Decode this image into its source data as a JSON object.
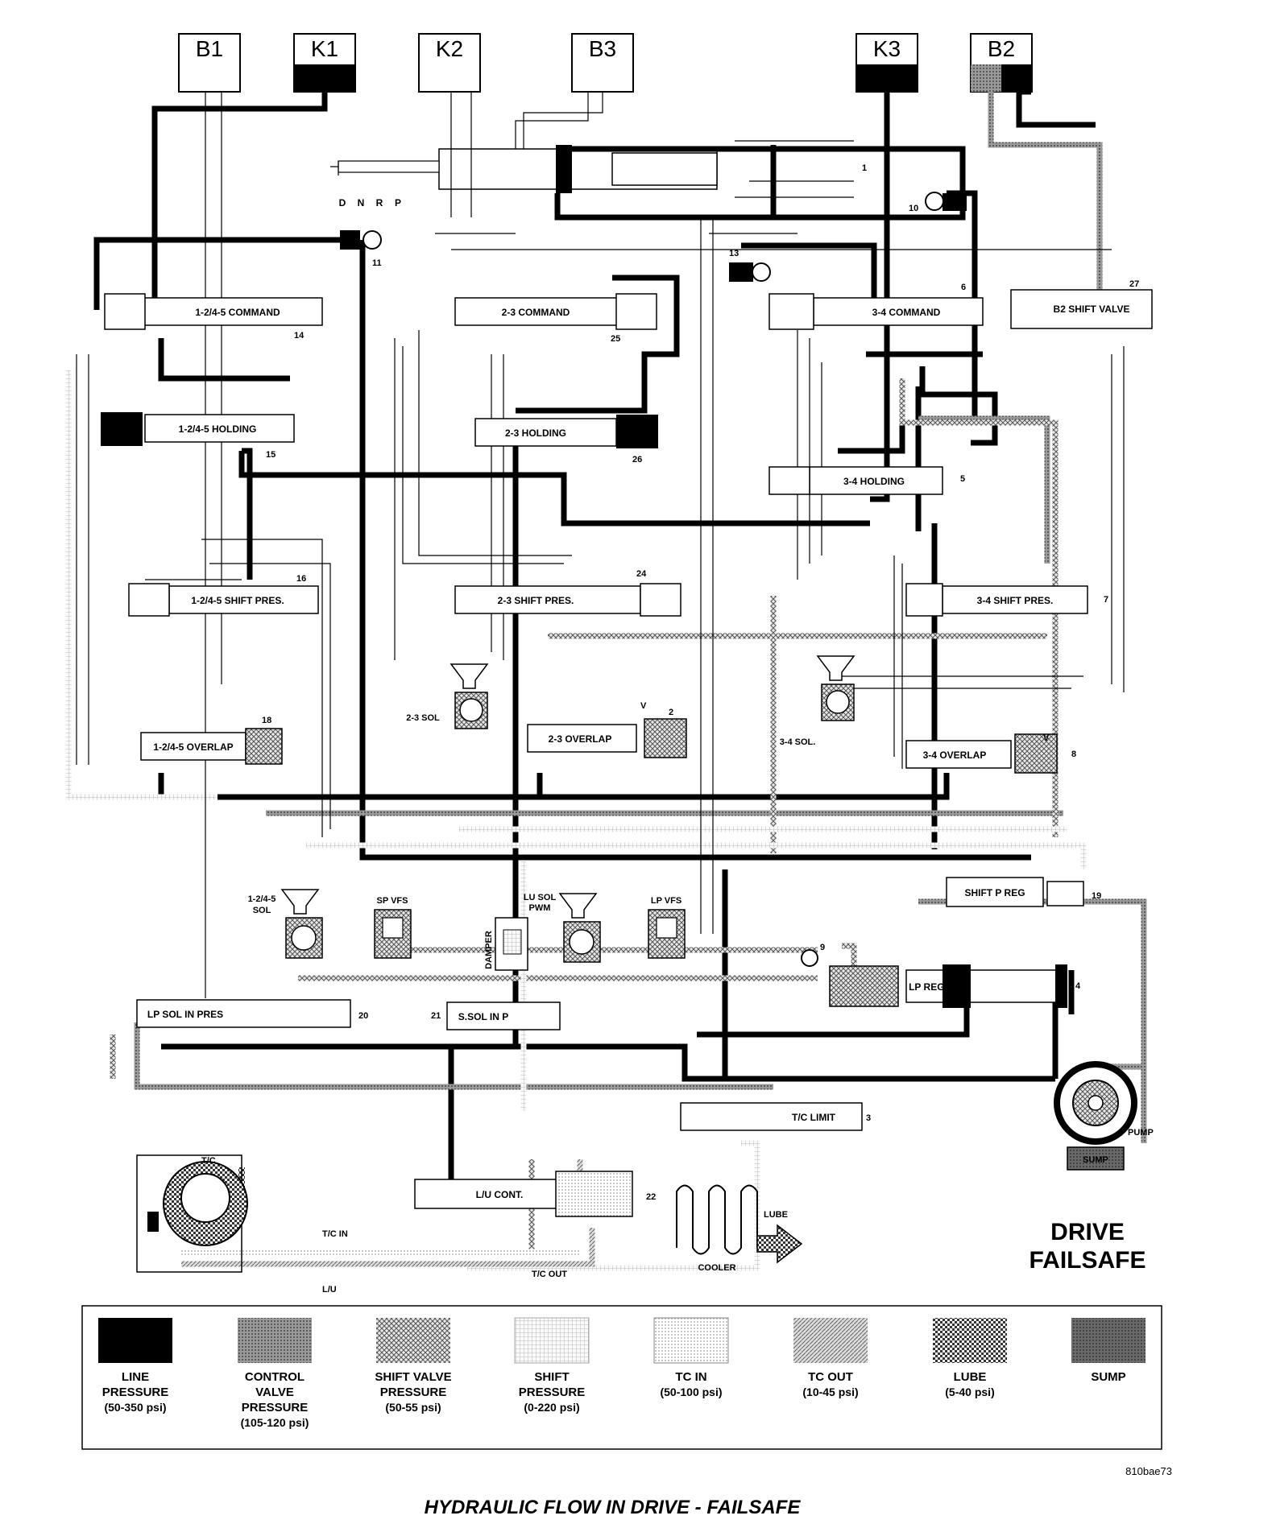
{
  "clutches": [
    "B1",
    "K1",
    "K2",
    "B3",
    "K3",
    "B2"
  ],
  "gear_selector": {
    "positions": [
      "D",
      "N",
      "R",
      "P"
    ]
  },
  "valves": {
    "command_1245": "1-2/4-5 COMMAND",
    "command_23": "2-3 COMMAND",
    "command_34": "3-4 COMMAND",
    "b2_shift": "B2 SHIFT VALVE",
    "holding_1245": "1-2/4-5 HOLDING",
    "holding_23": "2-3 HOLDING",
    "holding_34": "3-4 HOLDING",
    "shiftpres_1245": "1-2/4-5 SHIFT PRES.",
    "shiftpres_23": "2-3 SHIFT PRES.",
    "shiftpres_34": "3-4 SHIFT PRES.",
    "overlap_1245": "1-2/4-5 OVERLAP",
    "overlap_23": "2-3 OVERLAP",
    "overlap_34": "3-4 OVERLAP",
    "shift_p_reg": "SHIFT P REG",
    "lp_reg": "LP REG.",
    "lp_sol_in_pres": "LP SOL IN PRES",
    "s_sol_in_p": "S.SOL IN P",
    "tc_limit": "T/C LIMIT",
    "lu_cont": "L/U CONT."
  },
  "solenoids": {
    "sol_23": "2-3 SOL",
    "sol_34": "3-4 SOL.",
    "sol_1245_l1": "1-2/4-5",
    "sol_1245_l2": "SOL",
    "sp_vfs": "SP VFS",
    "lu_sol_l1": "LU SOL",
    "lu_sol_l2": "PWM",
    "lp_vfs": "LP VFS",
    "damper": "DAMPER"
  },
  "callouts": [
    "1",
    "10",
    "11",
    "13",
    "6",
    "27",
    "14",
    "25",
    "15",
    "26",
    "5",
    "16",
    "24",
    "7",
    "2",
    "18",
    "8",
    "19",
    "9",
    "4",
    "20",
    "21",
    "3",
    "22"
  ],
  "misc_labels": {
    "pump": "PUMP",
    "sump": "SUMP",
    "tc": "T/C",
    "tc_in": "T/C IN",
    "tc_out": "T/C OUT",
    "lu": "L/U",
    "cooler": "COOLER",
    "lube": "LUBE",
    "check_v": "V"
  },
  "mode_title": {
    "line1": "DRIVE",
    "line2": "FAILSAFE"
  },
  "legend": [
    {
      "name": [
        "LINE",
        "PRESSURE"
      ],
      "range": "(50-350 psi)",
      "pattern": "solid-black"
    },
    {
      "name": [
        "CONTROL",
        "VALVE",
        "PRESSURE"
      ],
      "range": "(105-120 psi)",
      "pattern": "dense-grey"
    },
    {
      "name": [
        "SHIFT VALVE",
        "PRESSURE"
      ],
      "range": "(50-55 psi)",
      "pattern": "crosshatch"
    },
    {
      "name": [
        "SHIFT",
        "PRESSURE"
      ],
      "range": "(0-220 psi)",
      "pattern": "light-grid"
    },
    {
      "name": [
        "TC IN"
      ],
      "range": "(50-100 psi)",
      "pattern": "light-dots"
    },
    {
      "name": [
        "TC OUT"
      ],
      "range": "(10-45 psi)",
      "pattern": "diagonal"
    },
    {
      "name": [
        "LUBE"
      ],
      "range": "(5-40 psi)",
      "pattern": "checker"
    },
    {
      "name": [
        "SUMP"
      ],
      "range": "",
      "pattern": "dark-grey"
    }
  ],
  "doc_id": "810bae73",
  "footer_caption": "HYDRAULIC FLOW IN DRIVE - FAILSAFE",
  "colors": {
    "line": "#000000",
    "background": "#ffffff",
    "valve_fill": "#ffffff",
    "control": "#8a8a8a",
    "sump": "#6a6a6a"
  }
}
